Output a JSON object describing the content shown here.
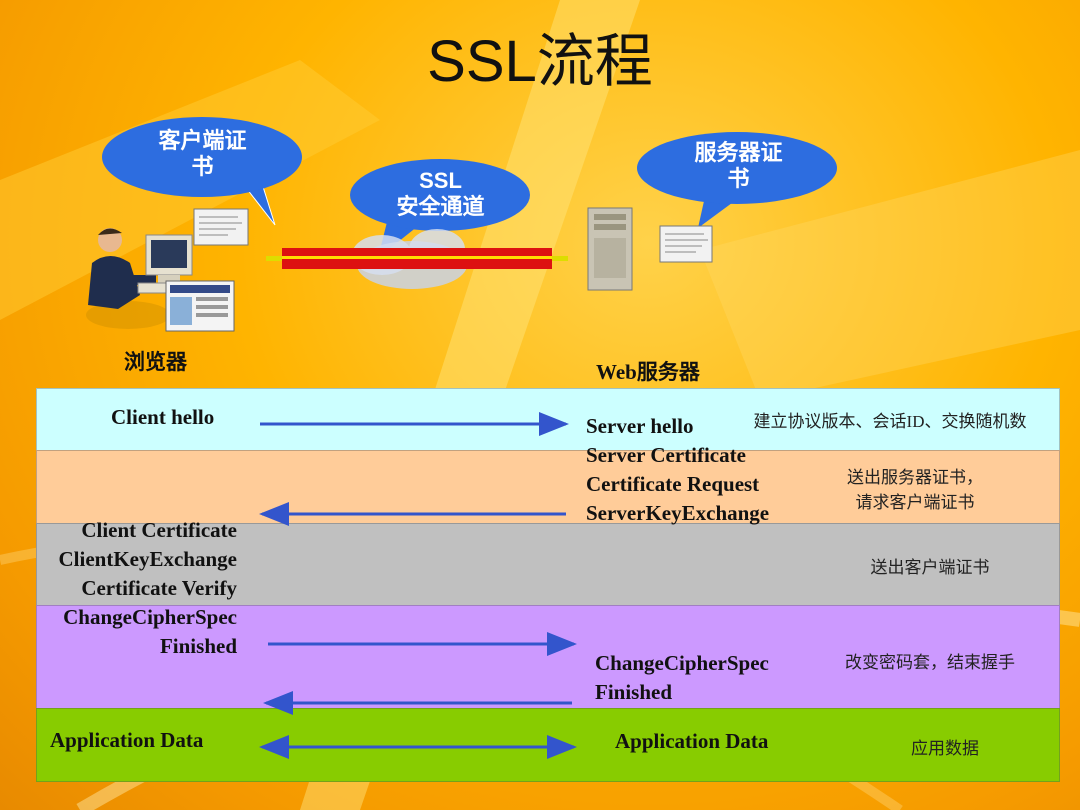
{
  "title": "SSL流程",
  "bubbles": {
    "client_cert": [
      "客户端证",
      "书"
    ],
    "ssl_channel": [
      "SSL",
      "安全通道"
    ],
    "server_cert": [
      "服务器证",
      "书"
    ]
  },
  "labels": {
    "browser": "浏览器",
    "web_server": "Web服务器"
  },
  "rows": [
    {
      "color": "#ccffff",
      "note": [
        "建立协议版本、会话ID、交换随机数"
      ]
    },
    {
      "color": "#ffcc99",
      "note": [
        "送出服务器证书，",
        "请求客户端证书"
      ]
    },
    {
      "color": "#c0c0c0",
      "note": [
        "送出客户端证书"
      ]
    },
    {
      "color": "#cc99ff",
      "note": [
        "改变密码套，结束握手"
      ]
    },
    {
      "color": "#88cc00",
      "note": [
        "应用数据"
      ]
    }
  ],
  "messages": {
    "client_hello": "Client hello",
    "server_msgs": [
      "Server hello",
      "Server Certificate",
      "Certificate Request",
      "ServerKeyExchange"
    ],
    "client_msgs": [
      "Client Certificate",
      "ClientKeyExchange",
      "Certificate Verify",
      "ChangeCipherSpec",
      "Finished"
    ],
    "server_finish": [
      "ChangeCipherSpec",
      "Finished"
    ],
    "app_data_left": "Application Data",
    "app_data_right": "Application Data"
  },
  "colors": {
    "arrow": "#3355cc",
    "bubble": "#2d6de0",
    "pipe": "#dd1111"
  }
}
